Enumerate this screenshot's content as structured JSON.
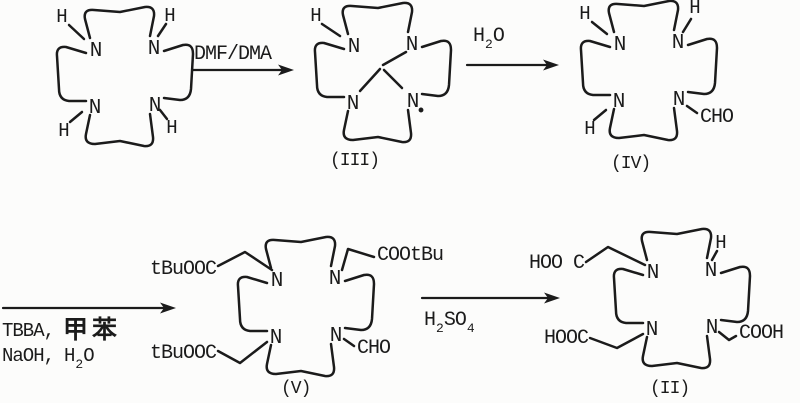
{
  "page": {
    "paper": "#fcfcfb",
    "ink": "#1b1b1b"
  },
  "atoms": {
    "nitrogen": "N",
    "hydrogen": "H"
  },
  "compounds": {
    "cyclen": {
      "h_nw": "H",
      "h_ne": "H",
      "h_sw": "H",
      "h_se": "H"
    },
    "aminal_III": {
      "h_nw": "H",
      "radical": "•",
      "caption": "(III)"
    },
    "formyl_IV": {
      "h_nw": "H",
      "h_ne": "H",
      "h_sw": "H",
      "formyl": "CHO",
      "caption": "(IV)"
    },
    "triester_V": {
      "ester_nw": "tBuOOC",
      "ester_ne": "COOtBu",
      "ester_sw": "tBuOOC",
      "formyl": "CHO",
      "caption": "(V)"
    },
    "triacid_II": {
      "acid_nw": "HOO C",
      "h_ne": "H",
      "acid_sw": "HOOC",
      "acid_se": "COOH",
      "caption": "(II)"
    }
  },
  "arrows": {
    "step1": {
      "reagent": "DMF/DMA"
    },
    "step2": {
      "water_h": "H",
      "water_sub": "2",
      "water_o": "O"
    },
    "step3": {
      "reagent1": "TBBA,",
      "solvent_cjk": "甲苯",
      "reagent2": "NaOH,",
      "water_h": "H",
      "water_sub": "2",
      "water_o": "O"
    },
    "step4": {
      "acid_h": "H",
      "sub2": "2",
      "acid_so": "SO",
      "sub4": "4"
    }
  }
}
